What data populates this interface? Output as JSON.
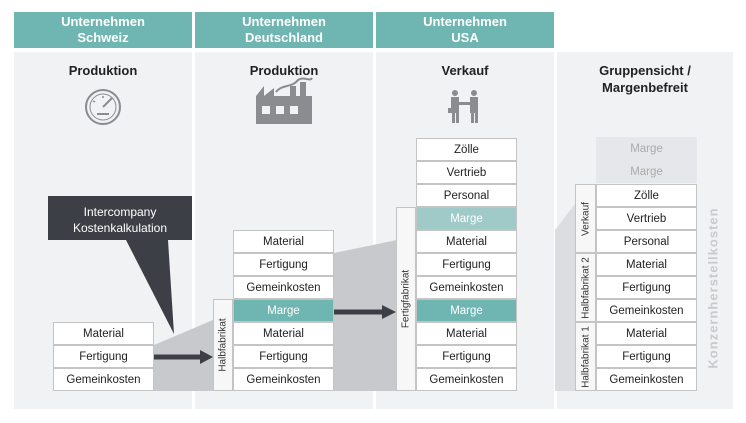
{
  "headers": [
    "Unternehmen\nSchweiz",
    "Unternehmen\nDeutschland",
    "Unternehmen\nUSA"
  ],
  "titles": [
    "Produktion",
    "Produktion",
    "Verkauf",
    "Gruppensicht /\nMargenbefreit"
  ],
  "icons": [
    "gauge-icon",
    "factory-icon",
    "handshake-icon"
  ],
  "callout": "Intercompany\nKostenkalkulation",
  "labels": {
    "halbfabrikat": "Halbfabrikat",
    "fertigfabrikat": "Fertigfabrikat",
    "verkauf": "Verkauf",
    "halbfabrikat2": "Halbfabrikat 2",
    "halbfabrikat1": "Halbfabrikat 1",
    "konzern": "Konzernherstellkosten"
  },
  "stack1": [
    "Material",
    "Fertigung",
    "Gemeinkosten"
  ],
  "stack2": [
    "Material",
    "Fertigung",
    "Gemeinkosten",
    "Marge",
    "Material",
    "Fertigung",
    "Gemeinkosten"
  ],
  "stack3": [
    "Zölle",
    "Vertrieb",
    "Personal",
    "Marge",
    "Material",
    "Fertigung",
    "Gemeinkosten",
    "Marge",
    "Material",
    "Fertigung",
    "Gemeinkosten"
  ],
  "stack4": [
    "Marge",
    "Marge",
    "Zölle",
    "Vertrieb",
    "Personal",
    "Material",
    "Fertigung",
    "Gemeinkosten",
    "Material",
    "Fertigung",
    "Gemeinkosten"
  ],
  "colors": {
    "teal": "#6fb5b1",
    "light_teal": "#9fcac7",
    "dark": "#3c4046"
  }
}
